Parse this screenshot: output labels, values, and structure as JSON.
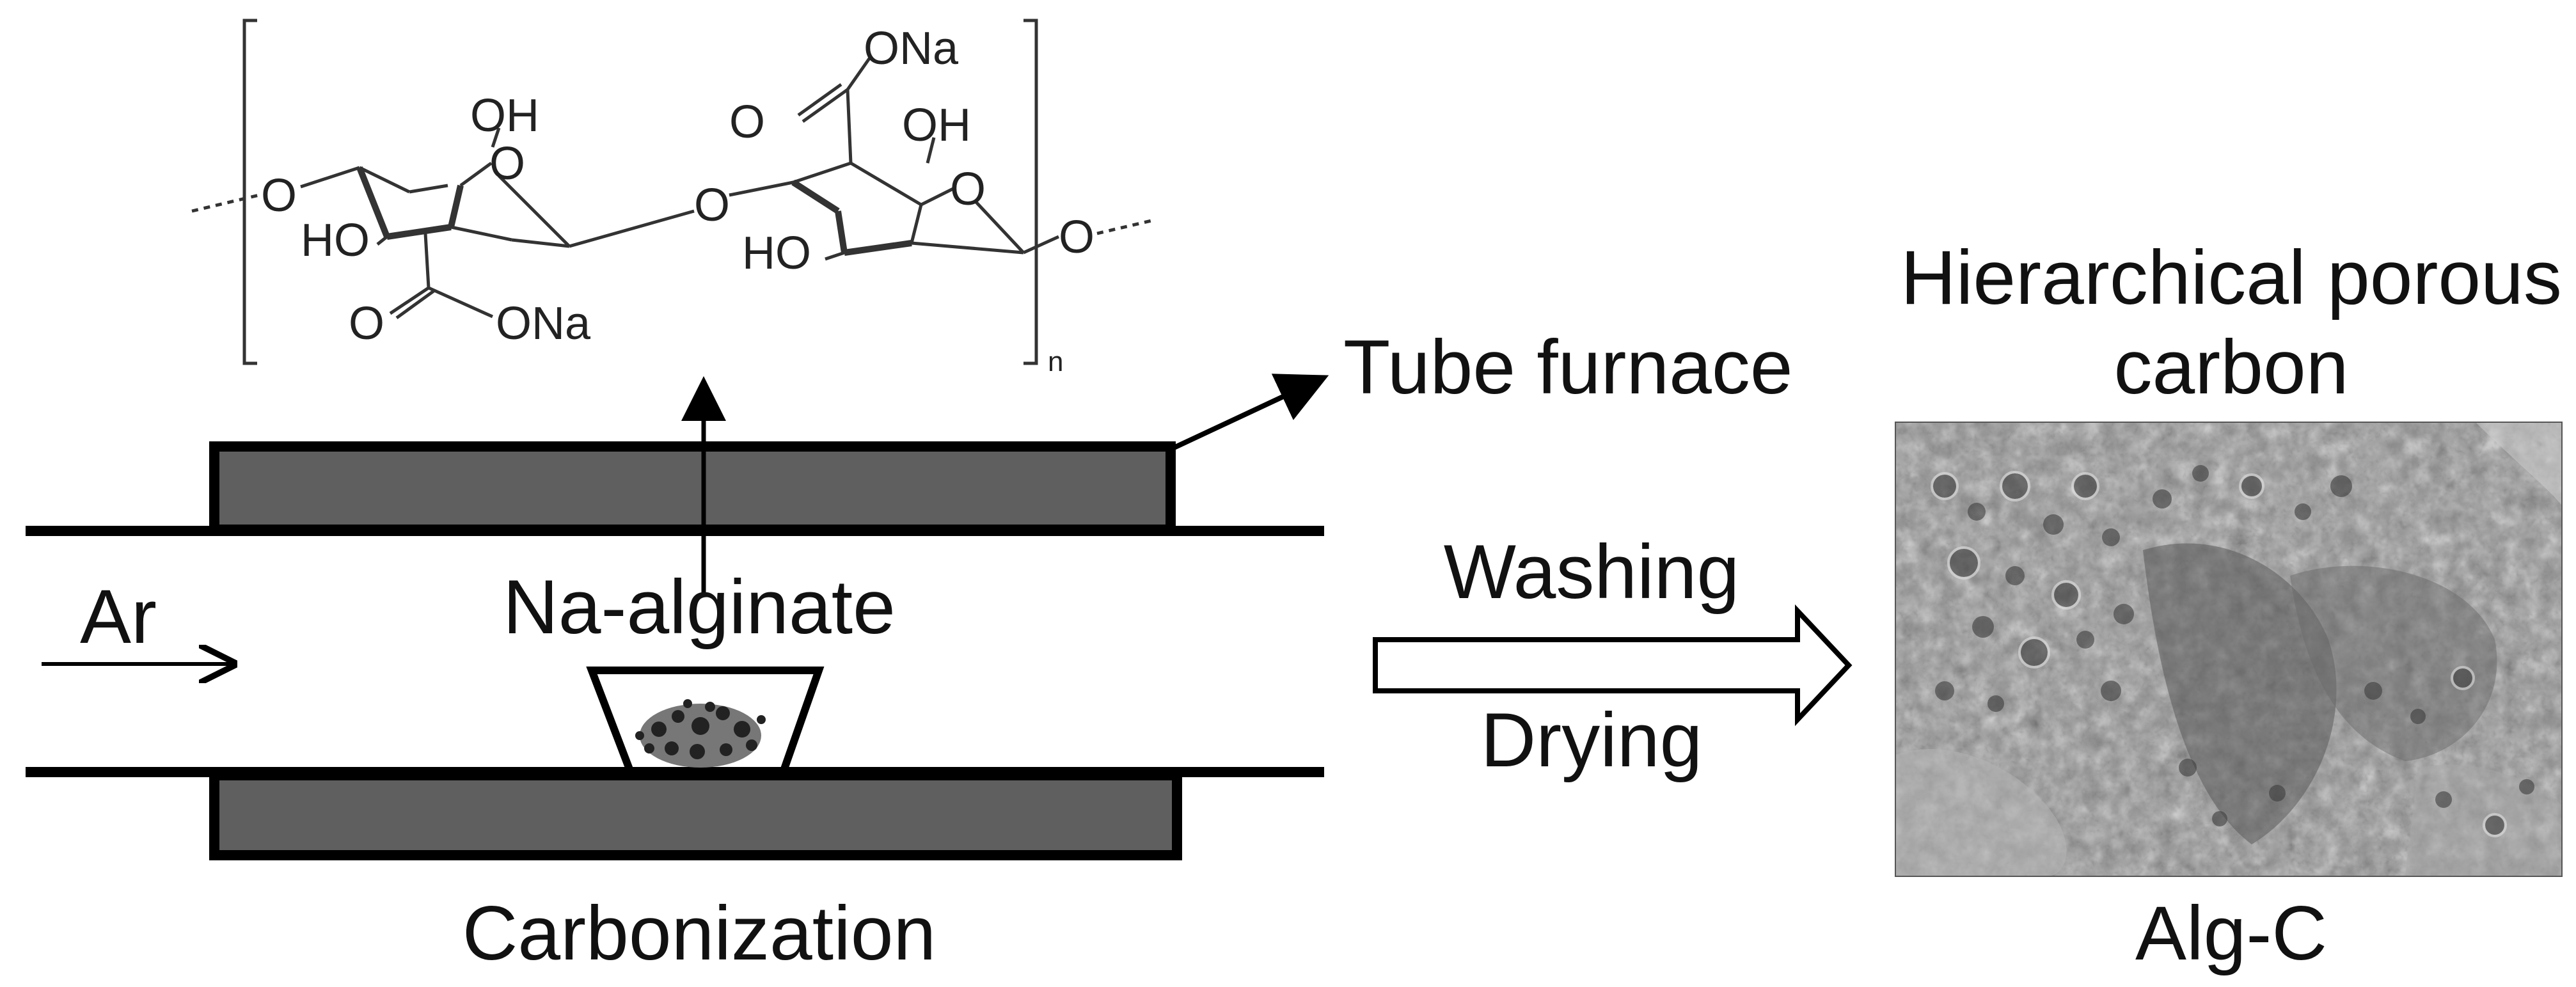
{
  "labels": {
    "tube_furnace": "Tube furnace",
    "ar": "Ar",
    "na_alginate": "Na-alginate",
    "carbonization": "Carbonization",
    "washing": "Washing",
    "drying": "Drying",
    "product_line1": "Hierarchical porous",
    "product_line2": "carbon",
    "alg_c": "Alg-C"
  },
  "structure": {
    "ona_top": "ONa",
    "ona_bottom": "ONa",
    "oh_left": "OH",
    "oh_right": "OH",
    "ho_left": "HO",
    "ho_right": "HO",
    "o_end_left": "O",
    "o_ring_left": "O",
    "o_bridge": "O",
    "o_ring_right": "O",
    "o_end_right": "O",
    "o_carbonyl_top": "O",
    "o_carbonyl_bottom": "O",
    "subscript_n": "n"
  },
  "colors": {
    "furnace_fill": "#5f5f5f",
    "stroke": "#000000",
    "sem_base": "#8c8c8c"
  }
}
